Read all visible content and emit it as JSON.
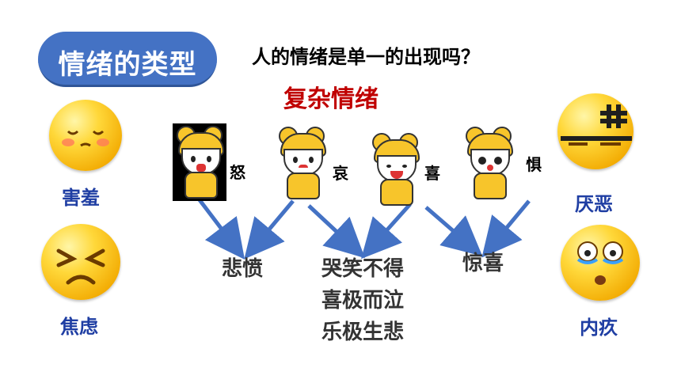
{
  "title": "情绪的类型",
  "question": "人的情绪是单一的出现吗？",
  "subtitle": "复杂情绪",
  "left_emotions": [
    "害羞",
    "焦虑"
  ],
  "right_emotions": [
    "厌恶",
    "内疚"
  ],
  "basic_emotions": [
    "怒",
    "哀",
    "喜",
    "惧"
  ],
  "combined": {
    "first": "悲愤",
    "second": [
      "哭笑不得",
      "喜极而泣",
      "乐极生悲"
    ],
    "third": "惊喜"
  },
  "colors": {
    "title_bg": "#4472c4",
    "subtitle": "#c00000",
    "label_blue": "#1f3ea3",
    "arrow": "#4472c4"
  }
}
